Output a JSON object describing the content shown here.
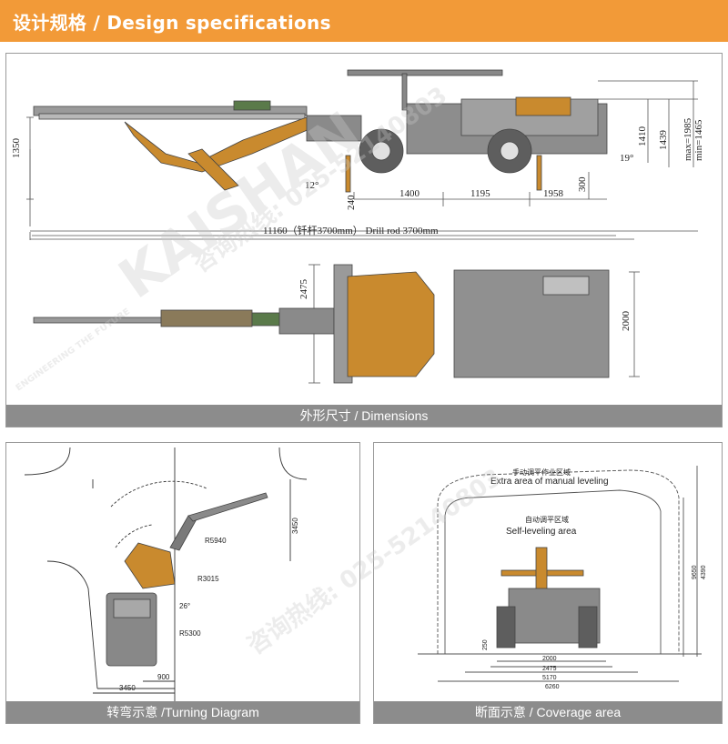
{
  "header": {
    "title": "设计规格 / Design specifications"
  },
  "panels": {
    "dimensions": {
      "caption": "外形尺寸 / Dimensions",
      "side_labels": {
        "h1350": "1350",
        "angle12": "12°",
        "h240": "240",
        "d1400": "1400",
        "d1195": "1195",
        "d1958": "1958",
        "h300": "300",
        "angle19": "19°",
        "h1410": "1410",
        "h1439": "1439",
        "max": "max=1985",
        "min": "min=1465",
        "total": "11160（钎杆3700mm）  Drill rod 3700mm"
      },
      "top_labels": {
        "w2475": "2475",
        "w2000": "2000"
      }
    },
    "turning": {
      "caption": "转弯示意 /Turning Diagram",
      "labels": {
        "r5940": "R5940",
        "r3015": "R3015",
        "a26": "26°",
        "r5300": "R5300",
        "d3450b": "3450",
        "d900": "900",
        "d3450r": "3450"
      }
    },
    "coverage": {
      "caption": "断面示意 / Coverage area",
      "labels": {
        "manual_cn": "手动调平作业区域",
        "manual_en": "Extra area of manual leveling",
        "self_cn": "自动调平区域",
        "self_en": "Self-leveling area",
        "h9650": "9650",
        "h4390": "4390",
        "h250": "250",
        "w2000": "2000",
        "w2475": "2475",
        "w5170": "5170",
        "w6260": "6260"
      }
    }
  },
  "watermark": {
    "brand": "KAISHAN",
    "hotline": "咨询热线: 025-52140803",
    "tagline": "ENGINEERING THE FUTURE"
  },
  "colors": {
    "header": "#f29a38",
    "caption_bar": "#8c8c8c",
    "machine_orange": "#c98a2e",
    "machine_gray": "#7a7a7a",
    "line": "#555555"
  }
}
